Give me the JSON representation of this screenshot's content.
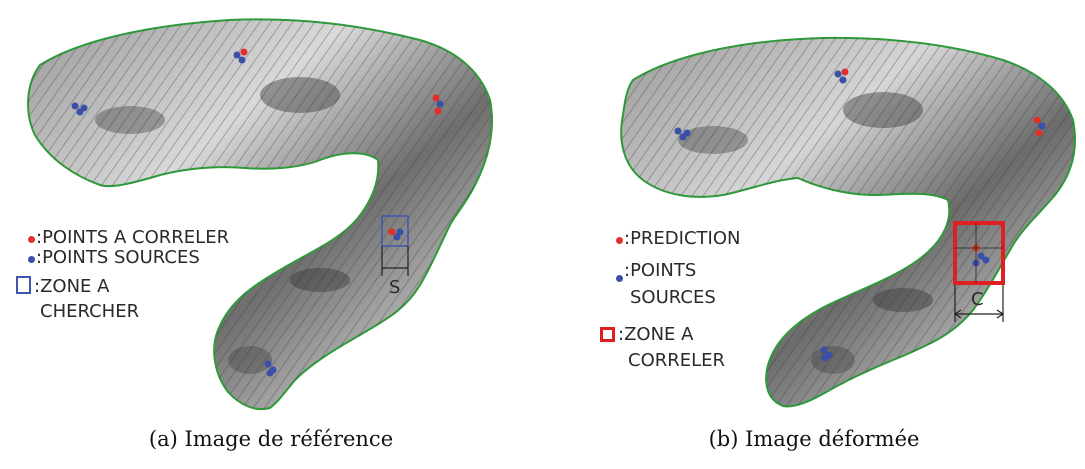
{
  "panels": {
    "a": {
      "caption": "(a) Image de référence",
      "legend": {
        "red_points": ":POINTS A CORRELER",
        "blue_points": ":POINTS SOURCES",
        "zone_line1": ":ZONE A",
        "zone_line2": "CHERCHER"
      },
      "dimension_label": "S"
    },
    "b": {
      "caption": "(b) Image déformée",
      "legend": {
        "red_points": ":PREDICTION",
        "blue_points_line1": ":POINTS",
        "blue_points_line2": "SOURCES",
        "zone_line1": ":ZONE A",
        "zone_line2": "CORRELER"
      },
      "dimension_label": "C"
    }
  },
  "colors": {
    "red_point": "#e0302b",
    "blue_point": "#3a4fa8",
    "search_zone": "#3f55b0",
    "correlation_zone": "#e02020",
    "outline": "#2f9a3a",
    "texture_light": "#e6e6e6",
    "texture_dark": "#333333"
  }
}
